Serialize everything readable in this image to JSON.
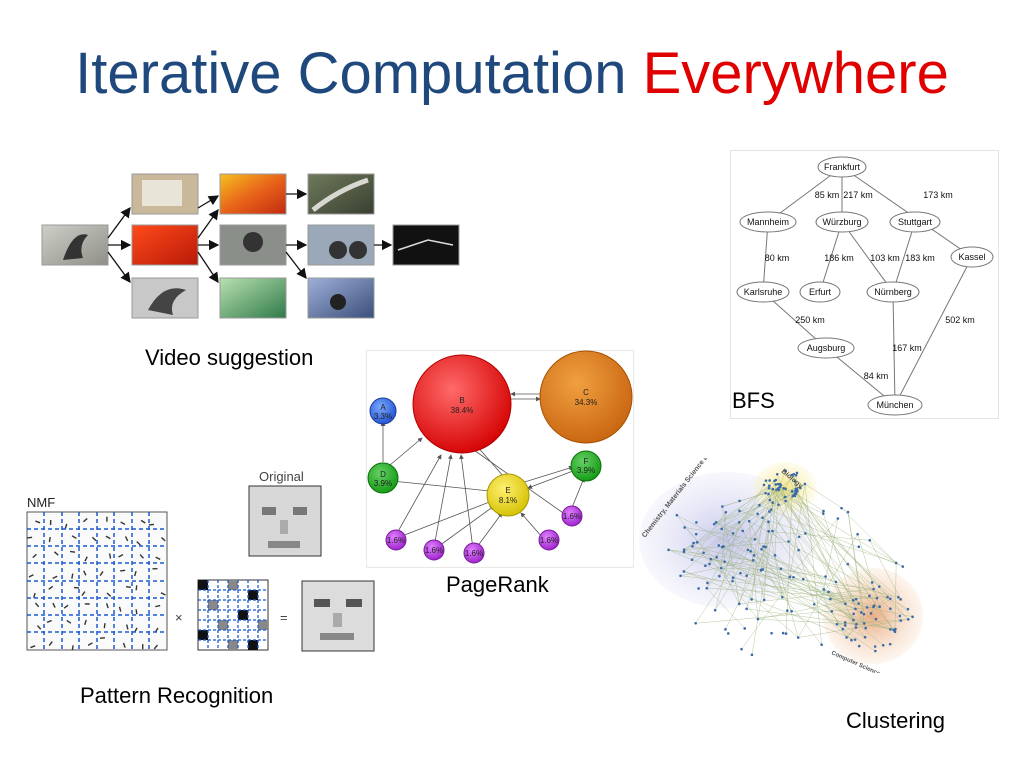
{
  "title": {
    "part1": "Iterative Computation",
    "part2": "Everywhere"
  },
  "colors": {
    "title_blue": "#1f497d",
    "title_red": "#e00000"
  },
  "captions": {
    "video": "Video suggestion",
    "bfs": "BFS",
    "pagerank": "PageRank",
    "pattern": "Pattern Recognition",
    "clustering": "Clustering"
  },
  "bfs": {
    "nodes": [
      "Frankfurt",
      "Mannheim",
      "Würzburg",
      "Stuttgart",
      "Kassel",
      "Karlsruhe",
      "Erfurt",
      "Nürnberg",
      "Augsburg",
      "München"
    ],
    "edge_labels": [
      "85 km",
      "217 km",
      "173 km",
      "80 km",
      "186 km",
      "103 km",
      "183 km",
      "250 km",
      "502 km",
      "167 km",
      "84 km"
    ]
  },
  "pagerank": {
    "nodes": [
      {
        "name": "A",
        "value": "3.3%"
      },
      {
        "name": "B",
        "value": "38.4%"
      },
      {
        "name": "C",
        "value": "34.3%"
      },
      {
        "name": "D",
        "value": "3.9%"
      },
      {
        "name": "E",
        "value": "8.1%"
      },
      {
        "name": "F",
        "value": "3.9%"
      }
    ],
    "small_nodes": [
      "1.6%",
      "1.6%",
      "1.6%",
      "1.6%",
      "1.6%"
    ]
  },
  "nmf": {
    "label": "NMF",
    "original": "Original",
    "times": "×",
    "equals": "="
  },
  "clustering": {
    "cluster_labels": [
      "Chemistry, Materials Science and Physics",
      "Biology",
      "Computer Science and Applied Mathematics"
    ]
  }
}
